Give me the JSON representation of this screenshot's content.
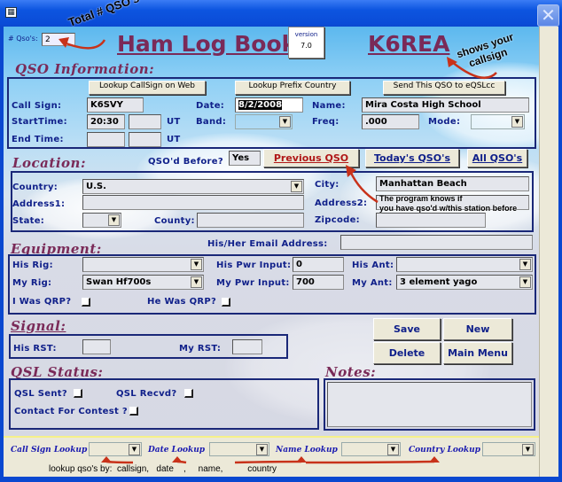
{
  "window": {
    "close_icon": "close-icon",
    "system_icon": "form-icon"
  },
  "header": {
    "qso_count_label": "# Qso's:",
    "qso_count": "2",
    "title": "Ham Log Book",
    "version_word": "version",
    "version_number": "7.0",
    "callsign": "K6REA"
  },
  "annotations": {
    "total_qsos": "Total # QSO's",
    "shows_callsign_1": "shows your",
    "shows_callsign_2": "callsign",
    "program_knows_1": "The program knows if",
    "program_knows_2": "you have qso'd w/this station before",
    "lookup_hint": "lookup qso's by:  callsign,   date    ,     name,          country"
  },
  "qso_info": {
    "section": "QSO Information:",
    "btn_lookup_web": "Lookup CallSign on Web",
    "btn_lookup_prefix": "Lookup Prefix Country",
    "btn_send_eqsl": "Send This QSO to eQSLcc",
    "call_sign_label": "Call Sign:",
    "call_sign": "K6SVY",
    "date_label": "Date:",
    "date": "8/2/2008",
    "name_label": "Name:",
    "name": "Mira Costa High School",
    "start_time_label": "StartTime:",
    "start_time": "20:30",
    "start_time2": "",
    "ut1": "UT",
    "band_label": "Band:",
    "band": "",
    "freq_label": "Freq:",
    "freq": ".000",
    "mode_label": "Mode:",
    "mode": "",
    "end_time_label": "End  Time:",
    "end_time": "",
    "ut2": "UT"
  },
  "location": {
    "section": "Location:",
    "qsod_before_label": "QSO'd Before?",
    "qsod_before": "Yes",
    "btn_previous": "Previous QSO",
    "btn_today": "Today's QSO's",
    "btn_all": "All QSO's",
    "country_label": "Country:",
    "country": "U.S.",
    "city_label": "City:",
    "city": "Manhattan Beach",
    "address1_label": "Address1:",
    "address1": "",
    "address2_label": "Address2:",
    "address2": "",
    "state_label": "State:",
    "state": "",
    "county_label": "County:",
    "county": "",
    "zipcode_label": "Zipcode:",
    "zipcode": ""
  },
  "equipment": {
    "section": "Equipment:",
    "email_label": "His/Her Email Address:",
    "email": "",
    "his_rig_label": "His Rig:",
    "his_rig": "",
    "his_pwr_label": "His Pwr Input:",
    "his_pwr": "0",
    "his_ant_label": "His Ant:",
    "his_ant": "",
    "my_rig_label": "My Rig:",
    "my_rig": "Swan Hf700s",
    "my_pwr_label": "My Pwr Input:",
    "my_pwr": "700",
    "my_ant_label": "My Ant:",
    "my_ant": "3 element yago",
    "i_qrp_label": "I Was QRP?",
    "he_qrp_label": "He Was QRP?"
  },
  "signal": {
    "section": "Signal:",
    "his_rst_label": "His RST:",
    "his_rst": "",
    "my_rst_label": "My RST:",
    "my_rst": ""
  },
  "actions": {
    "save": "Save",
    "new": "New",
    "delete": "Delete",
    "main_menu": "Main Menu"
  },
  "qsl": {
    "section": "QSL Status:",
    "sent_label": "QSL Sent?",
    "recvd_label": "QSL Recvd?",
    "contest_label": "Contact For Contest ?"
  },
  "notes": {
    "section": "Notes:",
    "value": ""
  },
  "lookups": {
    "callsign": "Call Sign Lookup",
    "date": "Date Lookup",
    "name": "Name Lookup",
    "country": "Country Lookup"
  },
  "colors": {
    "title": "#7a2a58",
    "label": "#10208a",
    "annotation_arrow": "#c8321a",
    "titlebar": "#0a4bd6"
  }
}
